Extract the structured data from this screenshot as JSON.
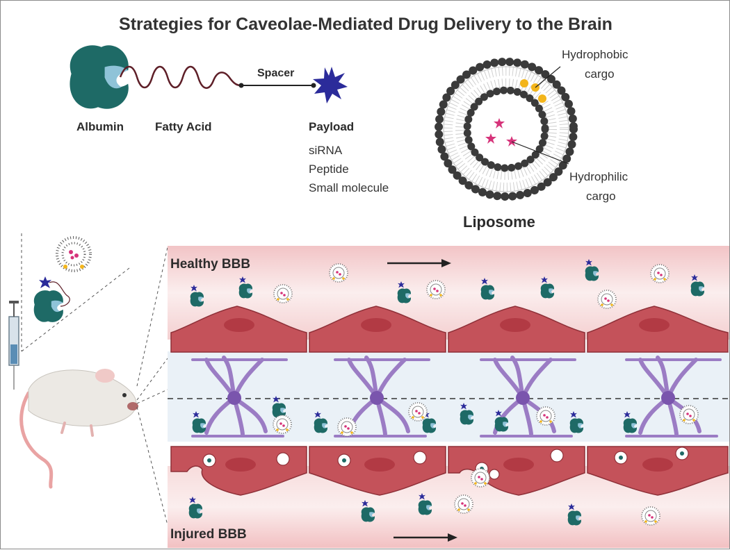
{
  "title": "Strategies for Caveolae-Mediated Drug Delivery to the Brain",
  "conjugate": {
    "albumin": "Albumin",
    "fatty_acid": "Fatty Acid",
    "spacer": "Spacer",
    "payload": "Payload",
    "payload_types": [
      "siRNA",
      "Peptide",
      "Small molecule"
    ]
  },
  "liposome": {
    "label": "Liposome",
    "hydrophobic_line1": "Hydrophobic",
    "hydrophobic_line2": "cargo",
    "hydrophilic_line1": "Hydrophilic",
    "hydrophilic_line2": "cargo"
  },
  "panels": {
    "healthy": "Healthy BBB",
    "injured": "Injured BBB"
  },
  "colors": {
    "albumin": "#1e6a66",
    "payload": "#2b2b9a",
    "cargo_hydrophobic": "#f3b51b",
    "cargo_hydrophilic": "#d6337a",
    "endothelial_cell": "#c4525a",
    "astrocyte": "#9b7cc4",
    "vessel_lumen": "#f6d3d4",
    "brain_parenchyma": "#eaf1f7"
  }
}
